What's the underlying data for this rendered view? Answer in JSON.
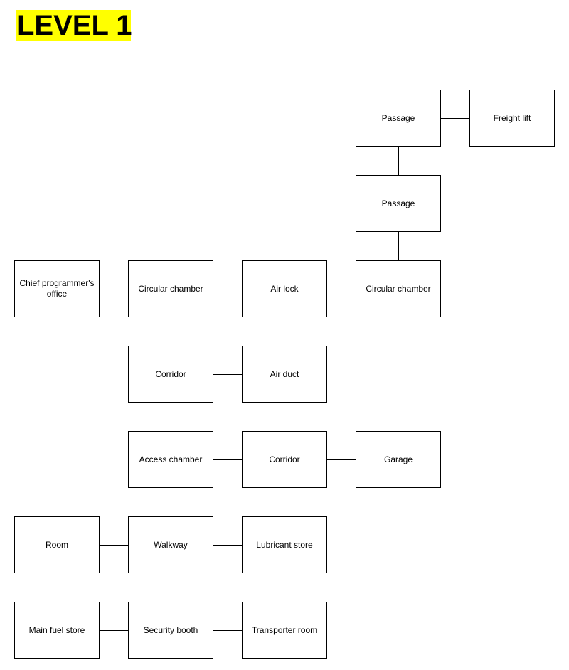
{
  "title": "LEVEL 1",
  "colors": {
    "title_highlight": "#ffff00",
    "line": "#000000",
    "box_border": "#000000"
  },
  "rooms": {
    "passage_top": "Passage",
    "freight_lift": "Freight lift",
    "passage_mid": "Passage",
    "chief_office": "Chief programmer's office",
    "circular_chamber_west": "Circular chamber",
    "air_lock": "Air lock",
    "circular_chamber_east": "Circular chamber",
    "corridor_north": "Corridor",
    "air_duct": "Air duct",
    "access_chamber": "Access chamber",
    "corridor_south": "Corridor",
    "garage": "Garage",
    "room": "Room",
    "walkway": "Walkway",
    "lubricant_store": "Lubricant store",
    "main_fuel_store": "Main fuel store",
    "security_booth": "Security booth",
    "transporter_room": "Transporter room"
  },
  "connections": [
    [
      "passage_top",
      "freight_lift"
    ],
    [
      "passage_top",
      "passage_mid"
    ],
    [
      "passage_mid",
      "circular_chamber_east"
    ],
    [
      "chief_office",
      "circular_chamber_west"
    ],
    [
      "circular_chamber_west",
      "air_lock"
    ],
    [
      "air_lock",
      "circular_chamber_east"
    ],
    [
      "circular_chamber_west",
      "corridor_north"
    ],
    [
      "corridor_north",
      "air_duct"
    ],
    [
      "corridor_north",
      "access_chamber"
    ],
    [
      "access_chamber",
      "corridor_south"
    ],
    [
      "corridor_south",
      "garage"
    ],
    [
      "access_chamber",
      "walkway"
    ],
    [
      "room",
      "walkway"
    ],
    [
      "walkway",
      "lubricant_store"
    ],
    [
      "walkway",
      "security_booth"
    ],
    [
      "main_fuel_store",
      "security_booth"
    ],
    [
      "security_booth",
      "transporter_room"
    ]
  ]
}
